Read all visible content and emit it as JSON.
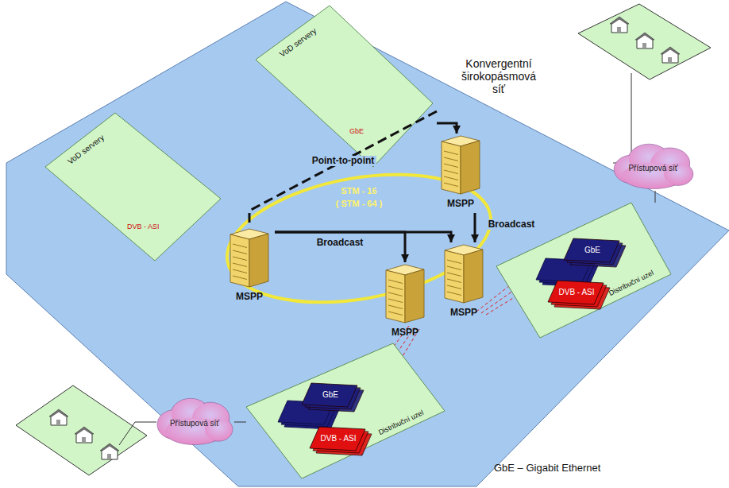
{
  "diagram": {
    "nodes": [
      {
        "text": [
          "VoD servery"
        ]
      },
      {
        "text": [
          "VoD servery"
        ]
      },
      {
        "text": [
          "MSPP"
        ]
      },
      {
        "text": [
          "MSPP"
        ]
      },
      {
        "text": [
          "MSPP"
        ]
      },
      {
        "text": [
          "MSPP"
        ]
      },
      {
        "text": [
          "Distribuční uzel"
        ]
      },
      {
        "text": [
          "GbE"
        ],
        "in": 6
      },
      {
        "text": [
          "DVB - ASI"
        ],
        "in": 6
      },
      {
        "text": [
          "Distribuční uzel"
        ]
      },
      {
        "text": [
          "GbE"
        ],
        "in": 9
      },
      {
        "text": [
          "DVB - ASI"
        ],
        "in": 9
      },
      {
        "text": [
          "Přístupová síť"
        ]
      },
      {
        "text": [
          "Přístupová síť"
        ]
      }
    ],
    "edges": [
      {
        "from": 0,
        "to": 3,
        "arrow": "none",
        "label": "Point-to-point"
      },
      {
        "from": 3,
        "to": 4,
        "arrow": "to",
        "label": "Broadcast"
      },
      {
        "from": 3,
        "to": 5,
        "arrow": "to"
      },
      {
        "from": 2,
        "to": 5,
        "arrow": "to",
        "label": "Broadcast"
      },
      {
        "from": 0,
        "to": 2,
        "arrow": "to"
      },
      {
        "from": 6,
        "to": 12,
        "arrow": "none"
      },
      {
        "from": 9,
        "to": 13,
        "arrow": "none"
      }
    ],
    "labels": [
      "Konvergentní širokopásmová síť",
      "GbE",
      "DVB - ASI",
      "STM - 16",
      "( STM - 64 )",
      "GbE – Gigabit Ethernet"
    ]
  }
}
